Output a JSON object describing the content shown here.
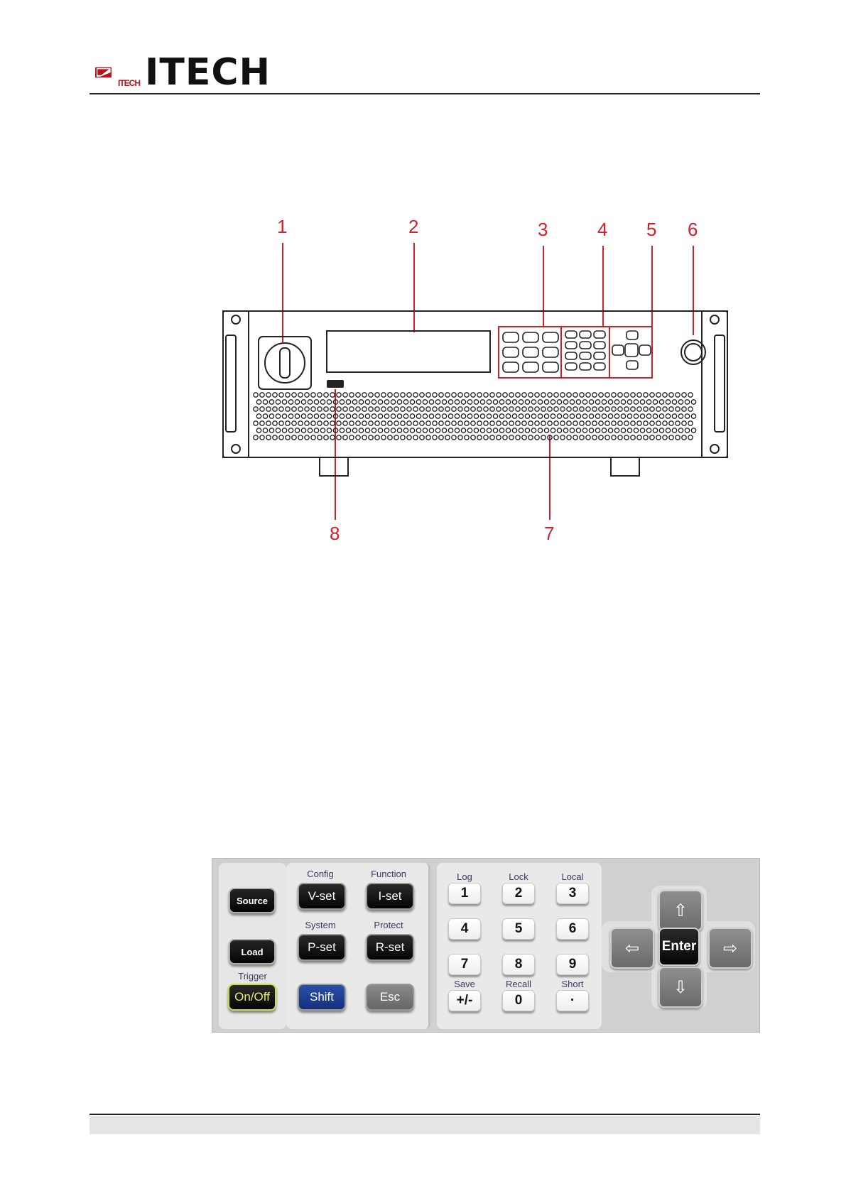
{
  "header": {
    "logo_text": "ITECH",
    "logo_mark_text": "ITECH"
  },
  "figure": {
    "callouts": [
      "1",
      "2",
      "3",
      "4",
      "5",
      "6",
      "7",
      "8"
    ]
  },
  "keypad": {
    "function_keys": {
      "source": "Source",
      "load": "Load",
      "trigger_label": "Trigger",
      "onoff": "On/Off"
    },
    "setting_keys": {
      "config_label": "Config",
      "vset": "V-set",
      "function_label": "Function",
      "iset": "I-set",
      "system_label": "System",
      "pset": "P-set",
      "protect_label": "Protect",
      "rset": "R-set",
      "shift": "Shift",
      "esc": "Esc"
    },
    "numeric_labels": {
      "log": "Log",
      "lock": "Lock",
      "local": "Local",
      "save": "Save",
      "recall": "Recall",
      "short": "Short"
    },
    "numeric_keys": [
      "1",
      "2",
      "3",
      "4",
      "5",
      "6",
      "7",
      "8",
      "9",
      "+/-",
      "0",
      "·"
    ],
    "navigation": {
      "enter": "Enter",
      "up": "⇧",
      "down": "⇩",
      "left": "⇦",
      "right": "⇨"
    },
    "colors": {
      "shift_key": "#1b3a8c",
      "esc_key": "#7a7a7a",
      "onoff_border": "#c8e03a",
      "onoff_text": "#e8f06a"
    }
  }
}
